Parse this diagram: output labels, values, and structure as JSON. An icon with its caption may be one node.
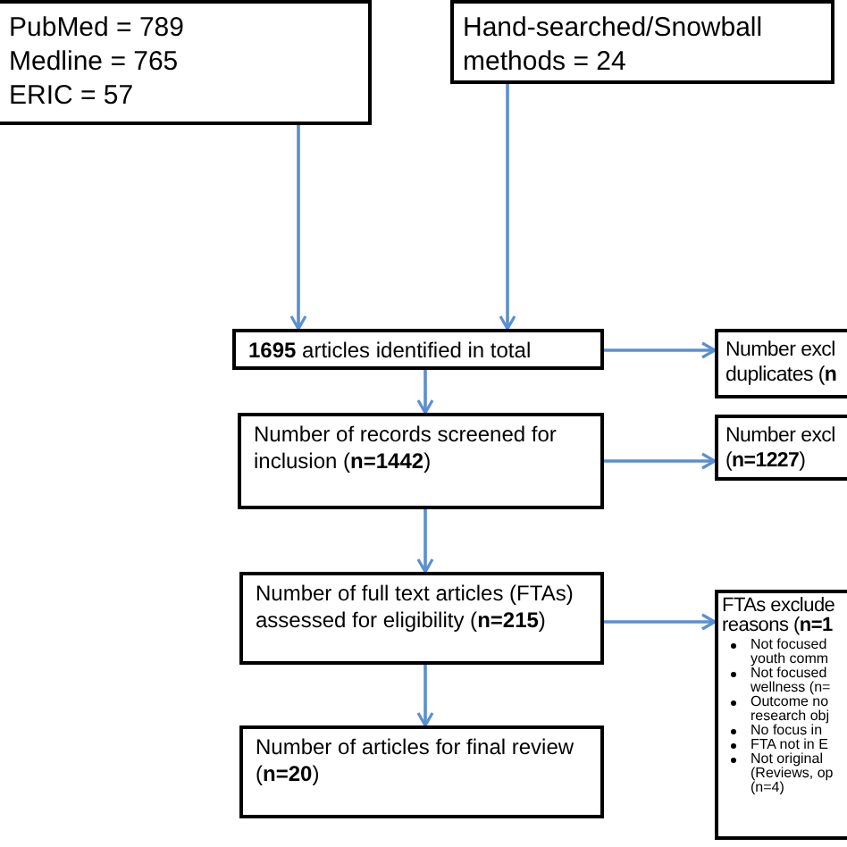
{
  "diagram": {
    "nodes": [
      {
        "text": [
          "PubMed = 789",
          "Medline = 765",
          "ERIC = 57"
        ]
      },
      {
        "text": [
          "Hand-searched/Snowball methods = 24"
        ]
      },
      {
        "text": [
          "**1695** articles identified in total"
        ]
      },
      {
        "text": [
          "Number excl duplicates (**n**"
        ]
      },
      {
        "text": [
          "Number of records screened for inclusion (**n=1442**)"
        ]
      },
      {
        "text": [
          "Number excl (**n=1227**)"
        ]
      },
      {
        "text": [
          "Number of full text articles (FTAs) assessed for eligibility (**n=215**)"
        ]
      },
      {
        "text": [
          "FTAs exclude reasons (**n=1**",
          "Not focused youth comm",
          "Not focused wellness (n=",
          "Outcome no research obj",
          "No focus in",
          "FTA not in E",
          "Not original (Reviews, op (n=4)"
        ]
      },
      {
        "text": [
          "Number of articles for final review (**n=20**)"
        ]
      }
    ],
    "edges": [
      {
        "from": 0,
        "to": 2,
        "arrow": "to"
      },
      {
        "from": 1,
        "to": 2,
        "arrow": "to"
      },
      {
        "from": 2,
        "to": 3,
        "arrow": "to"
      },
      {
        "from": 2,
        "to": 4,
        "arrow": "to"
      },
      {
        "from": 4,
        "to": 5,
        "arrow": "to"
      },
      {
        "from": 4,
        "to": 6,
        "arrow": "to"
      },
      {
        "from": 6,
        "to": 7,
        "arrow": "to"
      },
      {
        "from": 6,
        "to": 8,
        "arrow": "to"
      }
    ]
  }
}
